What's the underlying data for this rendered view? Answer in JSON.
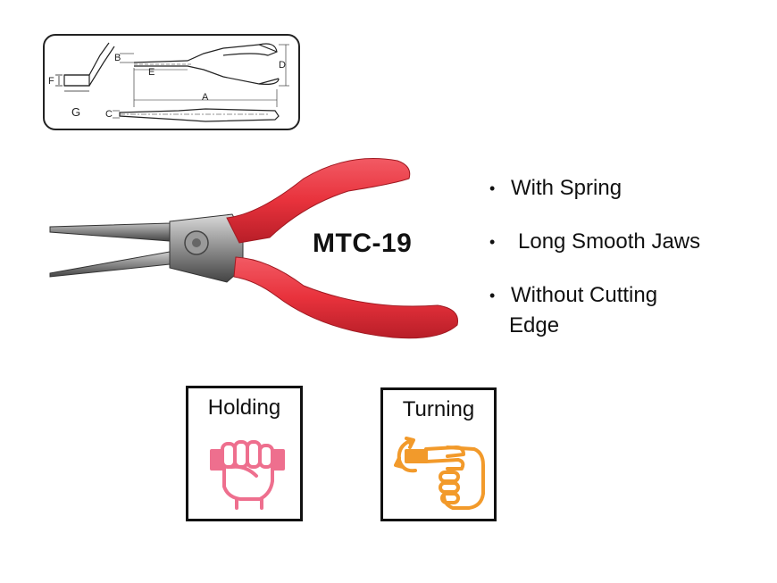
{
  "diagram": {
    "labels": {
      "a": "A",
      "b": "B",
      "c": "C",
      "d": "D",
      "e": "E",
      "f": "F",
      "g": "G"
    }
  },
  "product": {
    "model": "MTC-19",
    "handle_color": "#e8323c",
    "features": [
      {
        "line1": "With Spring",
        "line2": ""
      },
      {
        "line1": "Long Smooth Jaws",
        "line2": ""
      },
      {
        "line1": "Without Cutting",
        "line2": "Edge"
      }
    ],
    "bullet": "•"
  },
  "functions": {
    "holding": {
      "label": "Holding",
      "icon": "holding-fist-icon",
      "color": "#ee6f8e"
    },
    "turning": {
      "label": "Turning",
      "icon": "turning-hand-icon",
      "color": "#f29a2b"
    }
  }
}
